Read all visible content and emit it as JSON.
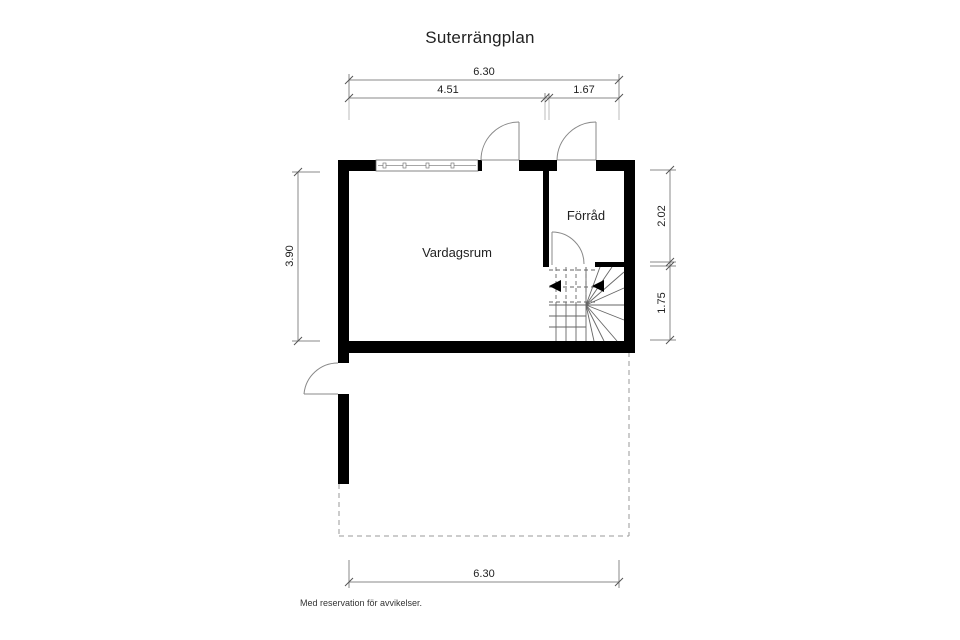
{
  "title": "Suterrängplan",
  "footer_note": "Med reservation för avvikelser.",
  "rooms": [
    {
      "name": "Vardagsrum"
    },
    {
      "name": "Förråd"
    }
  ],
  "dimensions": {
    "top_total": "6.30",
    "top_left": "4.51",
    "top_right": "1.67",
    "left_height": "3.90",
    "right_upper": "2.02",
    "right_lower": "1.75",
    "bottom_total": "6.30"
  },
  "colors": {
    "wall": "#000000",
    "dimension_line": "#888888",
    "door_arc": "#888888",
    "dashed_outline": "#999999",
    "text": "#222222"
  }
}
